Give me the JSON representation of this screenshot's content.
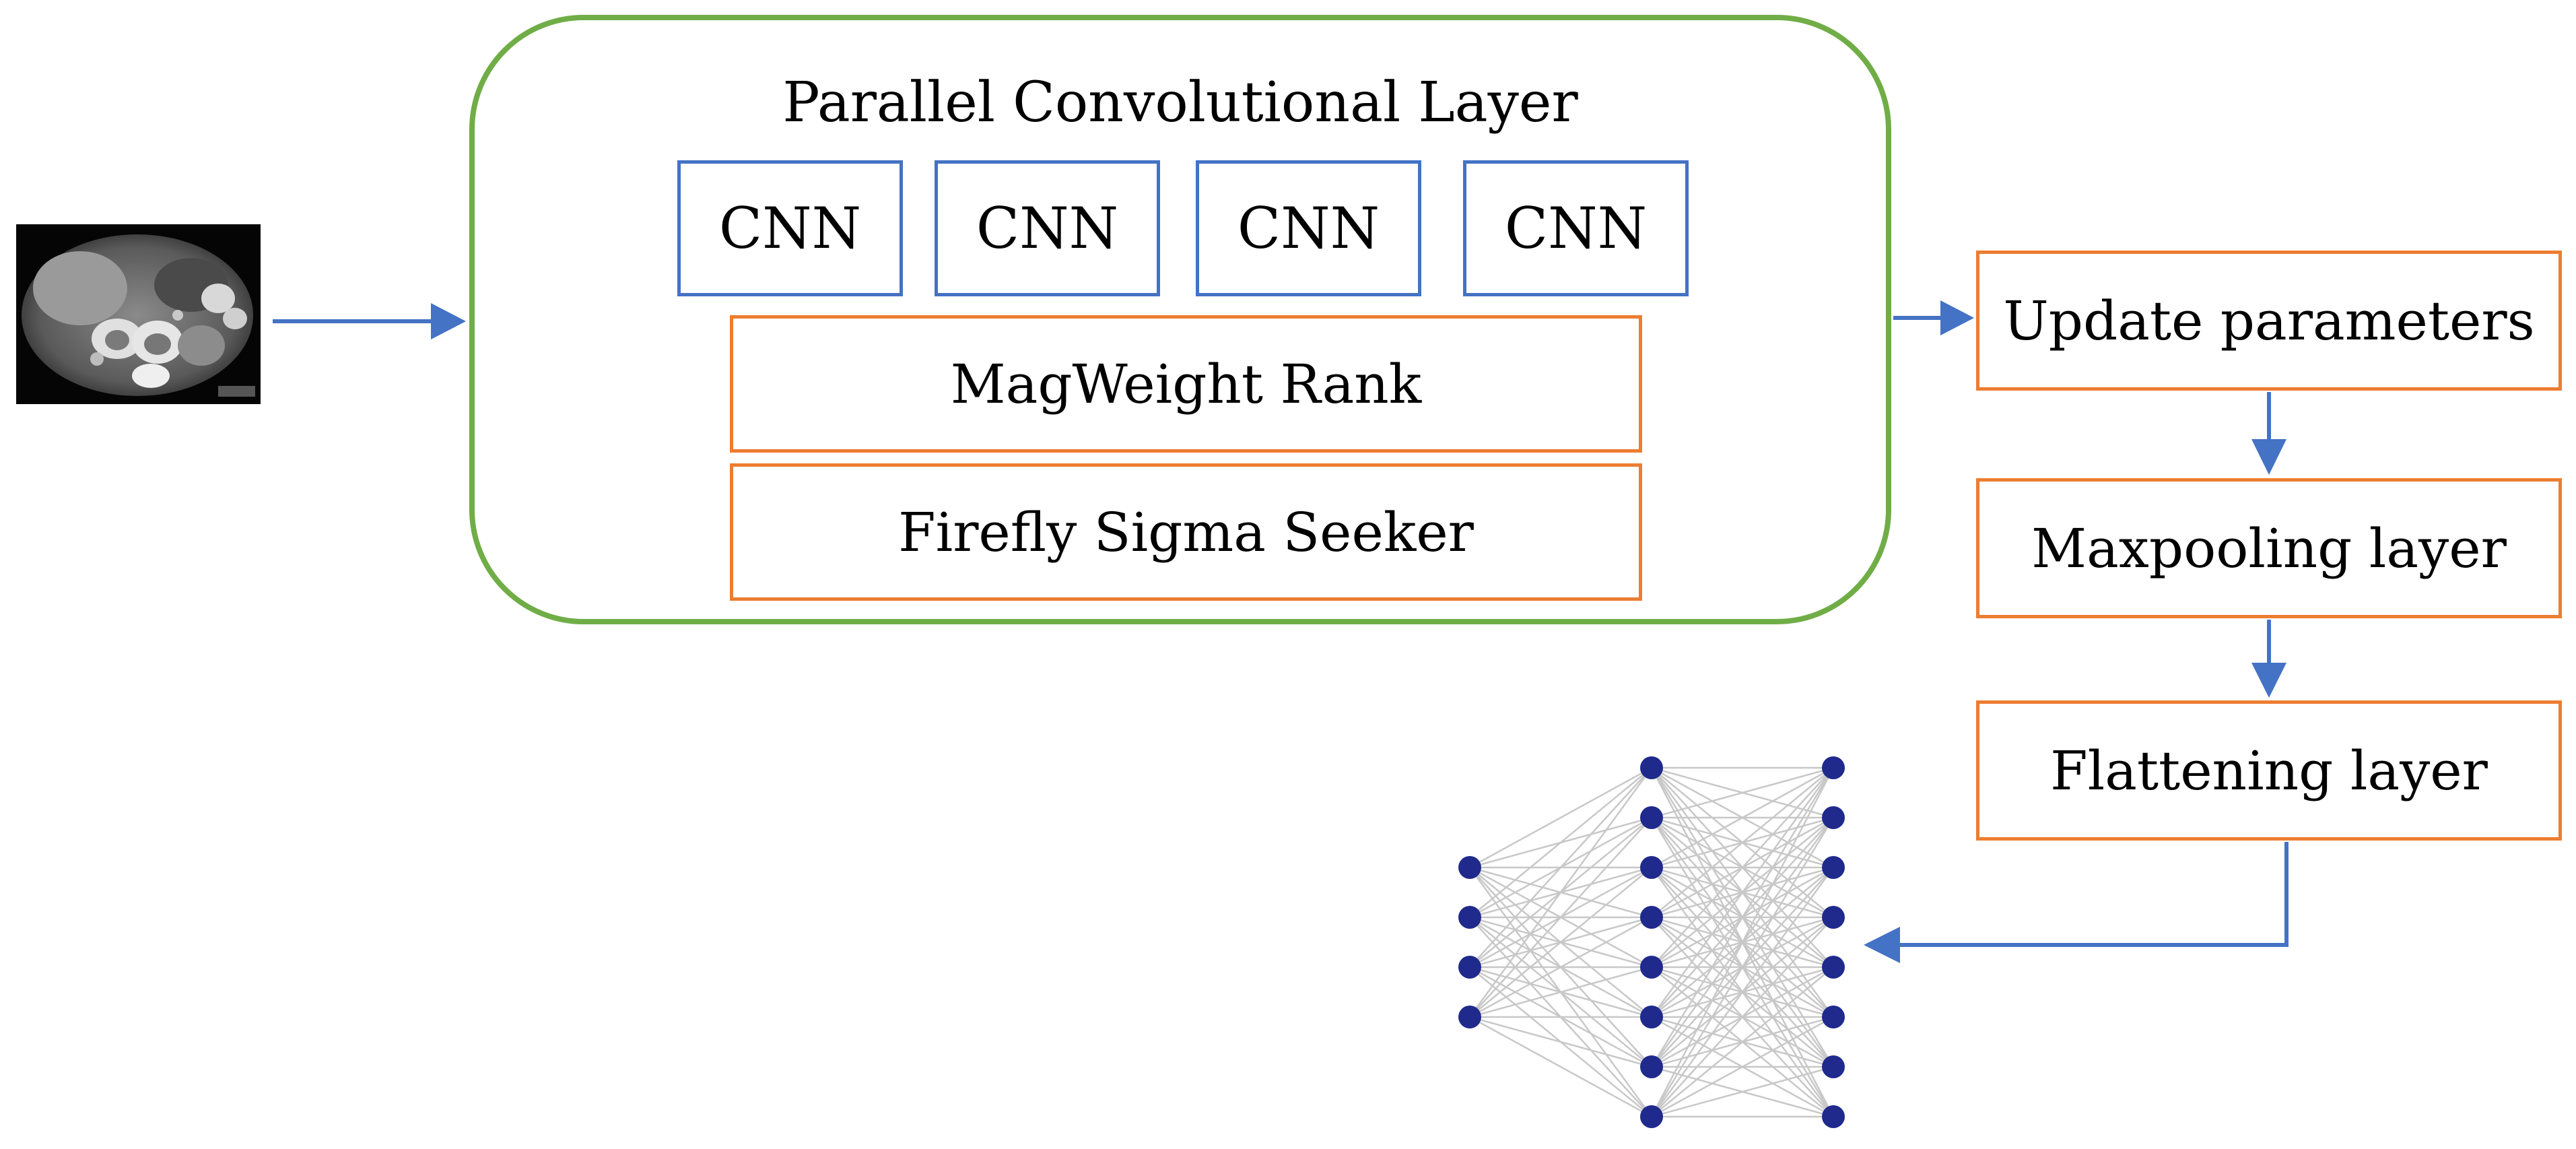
{
  "diagram": {
    "container": {
      "title": "Parallel Convolutional Layer",
      "border_color": "#70ad47",
      "cnn_blocks": [
        "CNN",
        "CNN",
        "CNN",
        "CNN"
      ],
      "cnn_border_color": "#4472c4",
      "rank_label": "MagWeight Rank",
      "seeker_label": "Firefly Sigma Seeker",
      "block_border_color": "#ed7d31"
    },
    "side_steps": [
      "Update parameters",
      "Maxpooling layer",
      "Flattening layer"
    ],
    "input_image_icon": "ct-scan-image",
    "network_icon": "fully-connected-network",
    "network_layers": [
      4,
      8,
      8
    ],
    "arrow_color": "#4472c4",
    "node_color": "#1f2a8c",
    "edge_color": "#c8c8c8"
  }
}
